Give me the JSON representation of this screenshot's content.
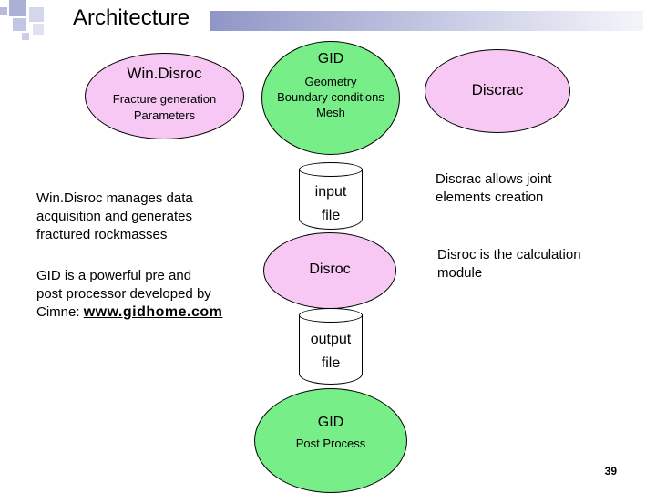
{
  "header": {
    "title": "Architecture"
  },
  "nodes": {
    "windisroc": {
      "title": "Win.Disroc",
      "line1": "Fracture generation",
      "line2": "Parameters"
    },
    "gid_top": {
      "title": "GID",
      "line1": "Geometry",
      "line2": "Boundary conditions",
      "line3": "Mesh"
    },
    "discrac": {
      "title": "Discrac"
    },
    "input_file": {
      "line1": "input",
      "line2": "file"
    },
    "disroc": {
      "title": "Disroc"
    },
    "output_file": {
      "line1": "output",
      "line2": "file"
    },
    "gid_bottom": {
      "title": "GID",
      "line1": "Post Process"
    }
  },
  "notes": {
    "windisroc": [
      "Win.Disroc manages data",
      "acquisition and generates",
      "fractured rockmasses"
    ],
    "gid_line1": "GID is a powerful pre and",
    "gid_line2": "post processor developed by",
    "gid_line3_prefix": "Cimne: ",
    "gid_link": "www.gidhome.com",
    "discrac": [
      "Discrac allows joint",
      "elements creation"
    ],
    "disroc": [
      "Disroc is the calculation",
      "module"
    ]
  },
  "footer": {
    "page_number": "39"
  },
  "colors": {
    "pink": "#f7c8f3",
    "green": "#77ee88",
    "title_bar": "#8f96c6",
    "squares": "#aab0d6"
  }
}
